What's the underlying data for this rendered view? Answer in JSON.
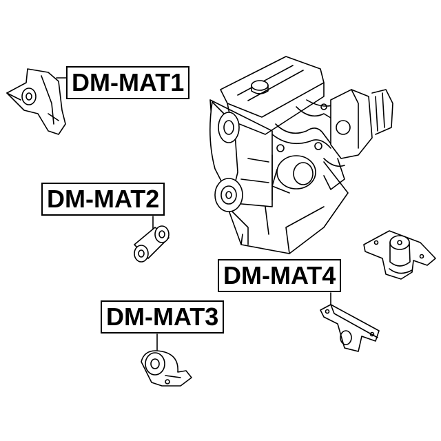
{
  "labels": {
    "mat1": "DM-MAT1",
    "mat2": "DM-MAT2",
    "mat3": "DM-MAT3",
    "mat4": "DM-MAT4"
  },
  "colors": {
    "line": "#000000",
    "background": "#ffffff"
  },
  "icons": [
    "engine",
    "mount-bracket",
    "bushing",
    "round-mount",
    "plate-mount",
    "support-bracket"
  ]
}
